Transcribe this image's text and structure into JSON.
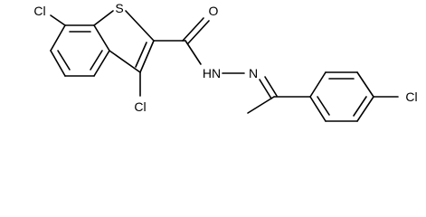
{
  "structure": {
    "atoms": {
      "cl_left": "Cl",
      "sulfur": "S",
      "oxygen": "O",
      "cl_bottom": "Cl",
      "nh_amide": "HN",
      "n_imine": "N",
      "cl_right": "Cl"
    }
  }
}
